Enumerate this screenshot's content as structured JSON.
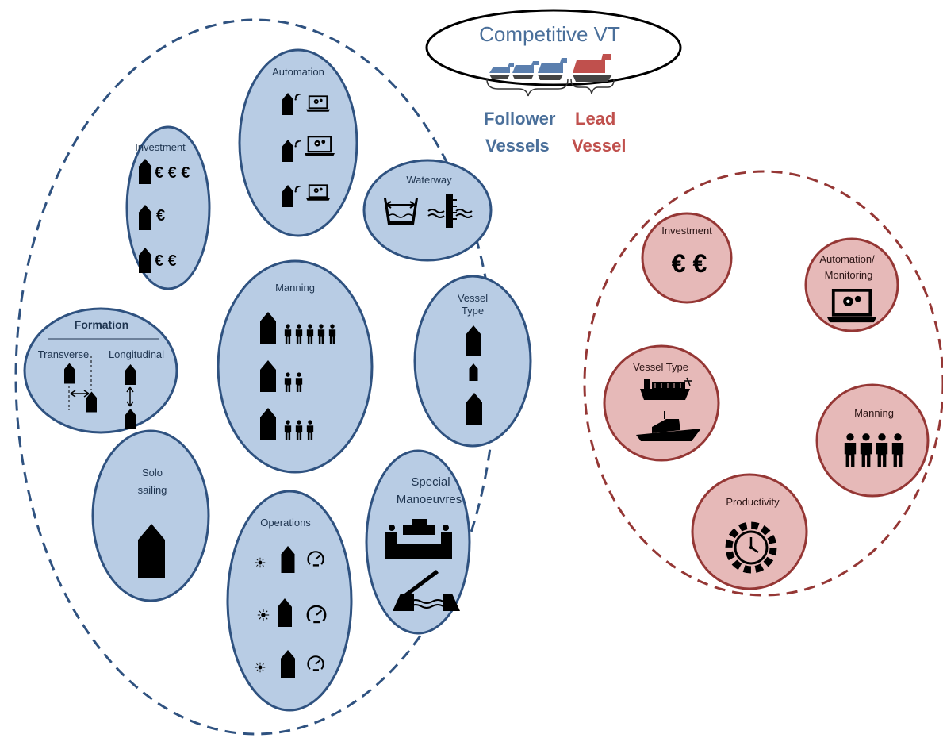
{
  "header": {
    "title": "Competitive VT",
    "follower_line1": "Follower",
    "follower_line2": "Vessels",
    "lead_line1": "Lead",
    "lead_line2": "Vessel"
  },
  "follower_group": {
    "investment": {
      "label": "Investment",
      "rows": [
        "€ € €",
        "€",
        "€ €"
      ]
    },
    "automation": {
      "label": "Automation"
    },
    "waterway": {
      "label": "Waterway"
    },
    "formation": {
      "label": "Formation",
      "transverse": "Transverse",
      "longitudinal": "Longitudinal"
    },
    "manning": {
      "label": "Manning",
      "crew_counts": [
        5,
        2,
        3
      ]
    },
    "vessel_type": {
      "label_line1": "Vessel",
      "label_line2": "Type"
    },
    "solo_sailing": {
      "label_line1": "Solo",
      "label_line2": "sailing"
    },
    "operations": {
      "label": "Operations"
    },
    "special_manoeuvres": {
      "label_line1": "Special",
      "label_line2": "Manoeuvres"
    }
  },
  "lead_group": {
    "investment": {
      "label": "Investment",
      "value": "€ €"
    },
    "automation_monitoring": {
      "label_line1": "Automation/",
      "label_line2": "Monitoring"
    },
    "vessel_type": {
      "label": "Vessel Type"
    },
    "manning": {
      "label": "Manning",
      "crew_count": 4
    },
    "productivity": {
      "label": "Productivity"
    }
  },
  "colors": {
    "follower_fill": "#b8cce4",
    "follower_stroke": "#2f5280",
    "follower_text": "#4a6f9a",
    "lead_fill": "#e6b9b8",
    "lead_stroke": "#953735",
    "lead_text": "#c0504d",
    "icon": "#000000"
  }
}
